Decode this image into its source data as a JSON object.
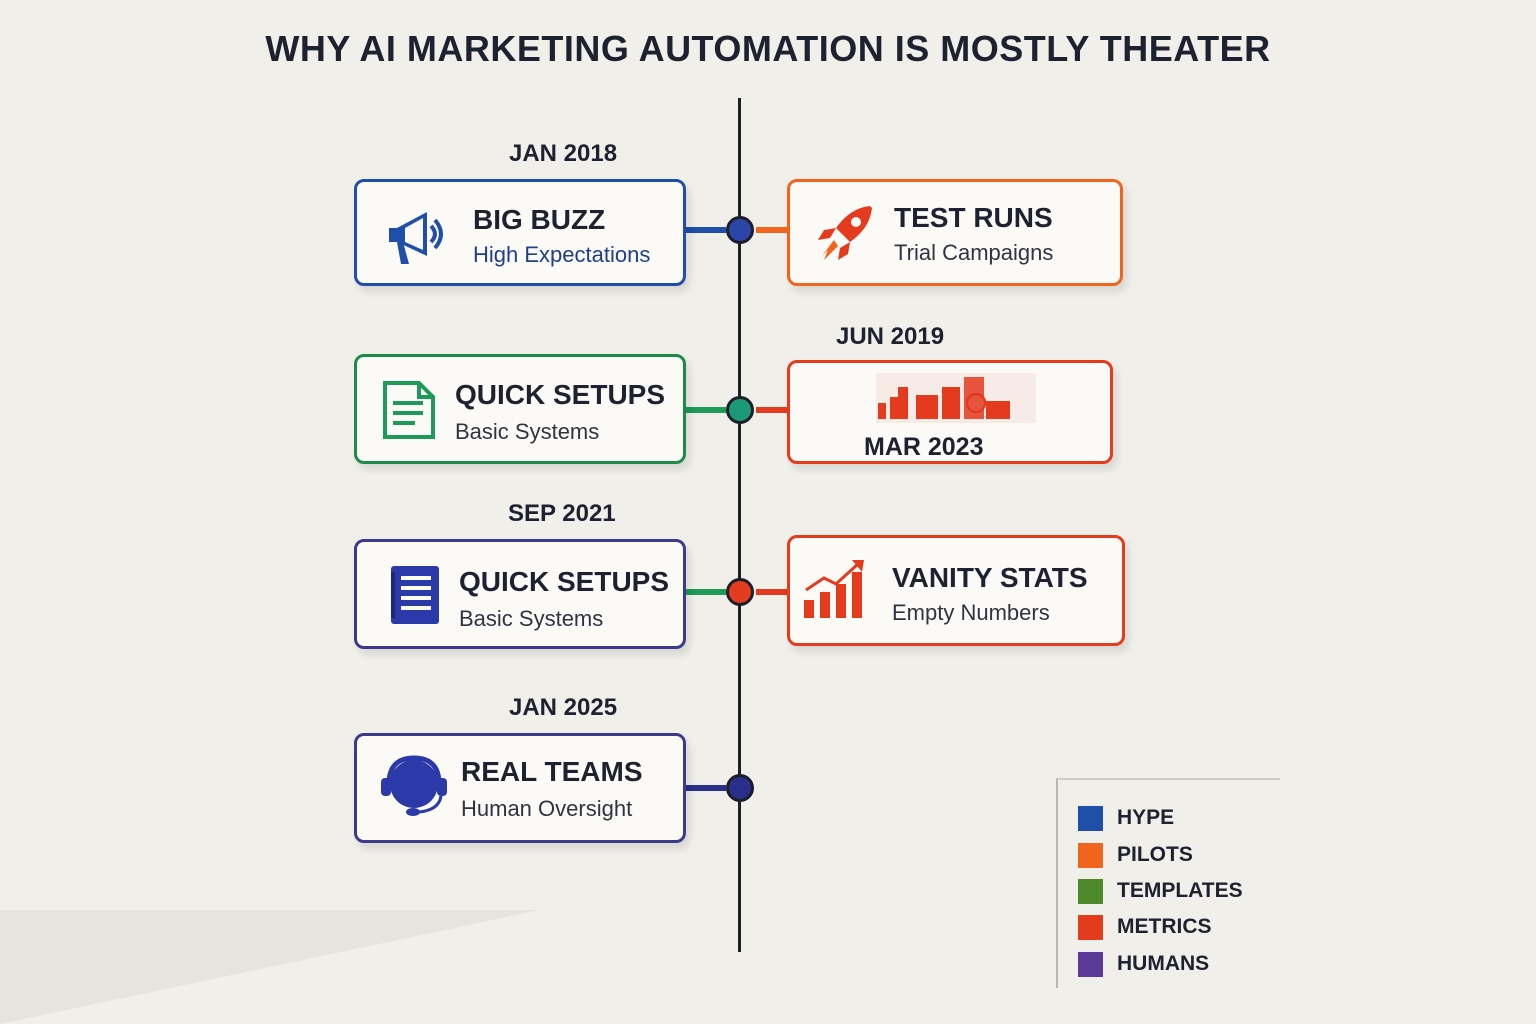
{
  "title": "WHY AI MARKETING AUTOMATION IS MOSTLY THEATER",
  "colors": {
    "hype": "#1f4fa8",
    "pilots": "#f0641e",
    "templates": "#1e9a5a",
    "metrics": "#e43a1e",
    "humans": "#3d3a8c",
    "axis": "#1c1f27"
  },
  "dates": {
    "d1": "JAN 2018",
    "d2": "JUN 2019",
    "d3": "SEP 2021",
    "d4": "JAN 2025"
  },
  "cards": {
    "big_buzz": {
      "title": "BIG BUZZ",
      "subtitle": "High Expectations",
      "icon": "megaphone-icon"
    },
    "test_runs": {
      "title": "TEST RUNS",
      "subtitle": "Trial Campaigns",
      "icon": "rocket-icon"
    },
    "quick_setups_1": {
      "title": "QUICK SETUPS",
      "subtitle": "Basic Systems",
      "icon": "document-icon"
    },
    "mar_2023": {
      "label": "MAR 2023",
      "icon": "bar-chart-icon"
    },
    "quick_setups_2": {
      "title": "QUICK SETUPS",
      "subtitle": "Basic Systems",
      "icon": "document-icon"
    },
    "vanity_stats": {
      "title": "VANITY STATS",
      "subtitle": "Empty Numbers",
      "icon": "trend-chart-icon"
    },
    "real_teams": {
      "title": "REAL TEAMS",
      "subtitle": "Human Oversight",
      "icon": "headset-icon"
    }
  },
  "legend": [
    {
      "label": "HYPE",
      "color": "#1f4fa8"
    },
    {
      "label": "PILOTS",
      "color": "#f0641e"
    },
    {
      "label": "TEMPLATES",
      "color": "#4e8a2a"
    },
    {
      "label": "METRICS",
      "color": "#e43a1e"
    },
    {
      "label": "HUMANS",
      "color": "#5a3a96"
    }
  ]
}
